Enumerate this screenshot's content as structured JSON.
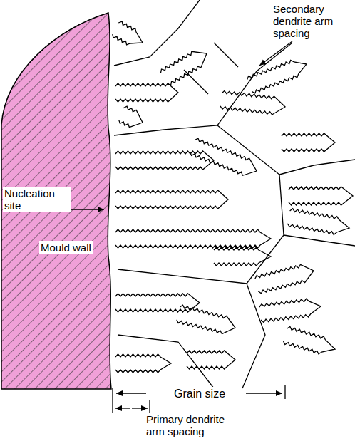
{
  "diagram": {
    "labels": [
      "Secondary dendrite arm spacing",
      "Nucleation site",
      "Mould wall",
      "Grain size",
      "Primary dendrite arm spacing"
    ]
  }
}
